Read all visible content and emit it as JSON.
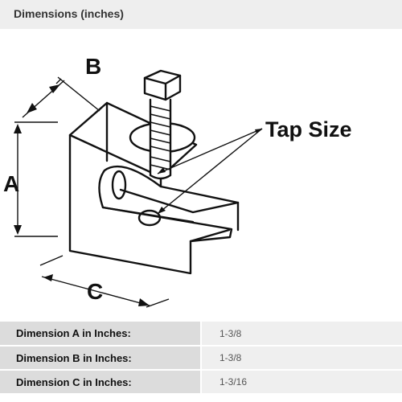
{
  "header": {
    "title": "Dimensions (inches)"
  },
  "diagram": {
    "label_a": "A",
    "label_b": "B",
    "label_c": "C",
    "label_tap": "Tap Size"
  },
  "table": {
    "rows": [
      {
        "label": "Dimension A in Inches:",
        "value": "1-3/8"
      },
      {
        "label": "Dimension B in Inches:",
        "value": "1-3/8"
      },
      {
        "label": "Dimension C in Inches:",
        "value": "1-3/16"
      }
    ]
  }
}
